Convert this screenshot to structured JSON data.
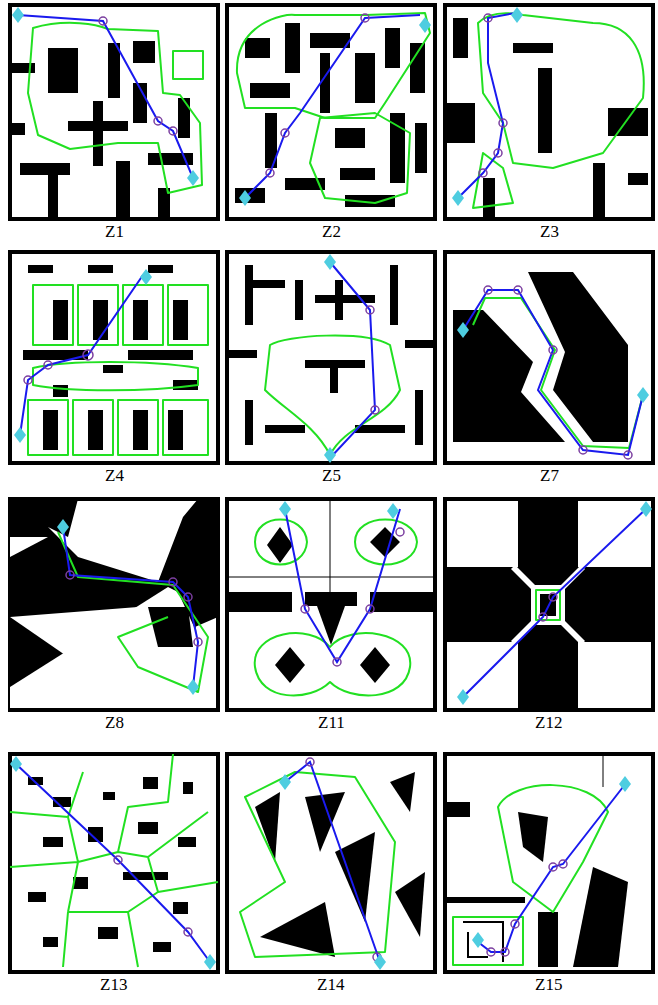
{
  "diagram": {
    "labels": [
      "Z1",
      "Z2",
      "Z3",
      "Z4",
      "Z5",
      "Z7",
      "Z8",
      "Z11",
      "Z12",
      "Z13",
      "Z14",
      "Z15"
    ]
  }
}
